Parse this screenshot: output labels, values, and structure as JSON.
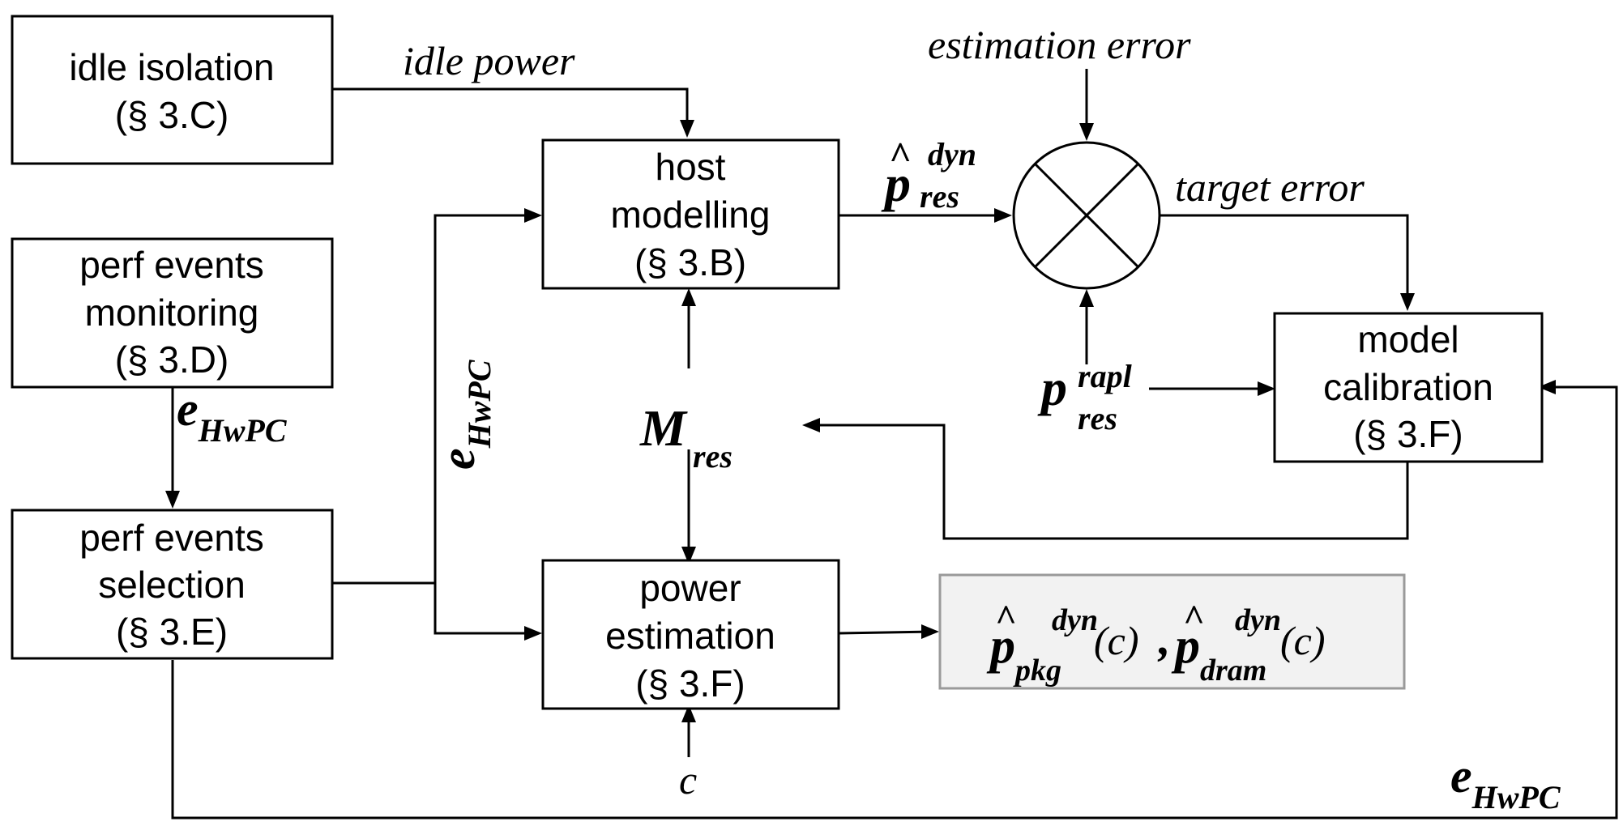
{
  "boxes": {
    "idle_isolation": {
      "line1": "idle isolation",
      "line2": "(§ 3.C)"
    },
    "perf_monitoring": {
      "line1": "perf events",
      "line2": "monitoring",
      "line3": "(§ 3.D)"
    },
    "perf_selection": {
      "line1": "perf events",
      "line2": "selection",
      "line3": "(§ 3.E)"
    },
    "host_modelling": {
      "line1": "host",
      "line2": "modelling",
      "line3": "(§ 3.B)"
    },
    "power_estimation": {
      "line1": "power",
      "line2": "estimation",
      "line3": "(§ 3.F)"
    },
    "model_calibration": {
      "line1": "model",
      "line2": "calibration",
      "line3": "(§ 3.F)"
    }
  },
  "labels": {
    "idle_power": "idle power",
    "estimation_error": "estimation error",
    "target_error": "target error",
    "c_input": "c"
  },
  "symbols": {
    "e": "e",
    "hwpc": "HwPC",
    "p": "p",
    "hat": "^",
    "dyn": "dyn",
    "res": "res",
    "rapl": "rapl",
    "M": "M",
    "pkg": "pkg",
    "dram": "dram",
    "arg_c": "(c)",
    "comma": ","
  }
}
